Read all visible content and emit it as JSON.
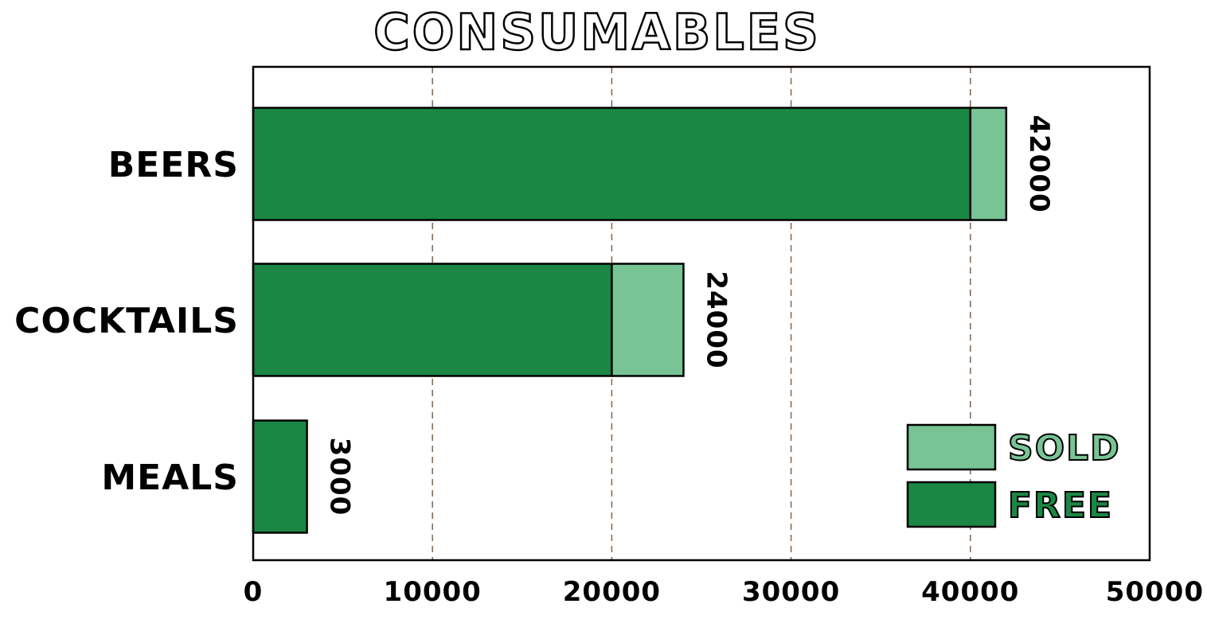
{
  "chart_data": {
    "type": "bar",
    "orientation": "horizontal",
    "stacked": true,
    "title": "CONSUMABLES",
    "categories": [
      "BEERS",
      "COCKTAILS",
      "MEALS"
    ],
    "series": [
      {
        "name": "FREE",
        "values": [
          40000,
          20000,
          3000
        ]
      },
      {
        "name": "SOLD",
        "values": [
          2000,
          4000,
          0
        ]
      }
    ],
    "totals": [
      42000,
      24000,
      3000
    ],
    "total_labels": [
      "42000",
      "24000",
      "3000"
    ],
    "xlim": [
      0,
      50000
    ],
    "xticks": [
      0,
      10000,
      20000,
      30000,
      40000,
      50000
    ],
    "xtick_labels": [
      "0",
      "10000",
      "20000",
      "30000",
      "40000",
      "50000"
    ],
    "xlabel": "",
    "ylabel": "",
    "grid": "vertical-dashed",
    "legend": {
      "placement": "bottom-right",
      "entries": [
        "SOLD",
        "FREE"
      ]
    },
    "colors": {
      "FREE": "#1b8744",
      "SOLD": "#78c494",
      "grid": "#8b6b52",
      "axis": "#000000"
    }
  }
}
